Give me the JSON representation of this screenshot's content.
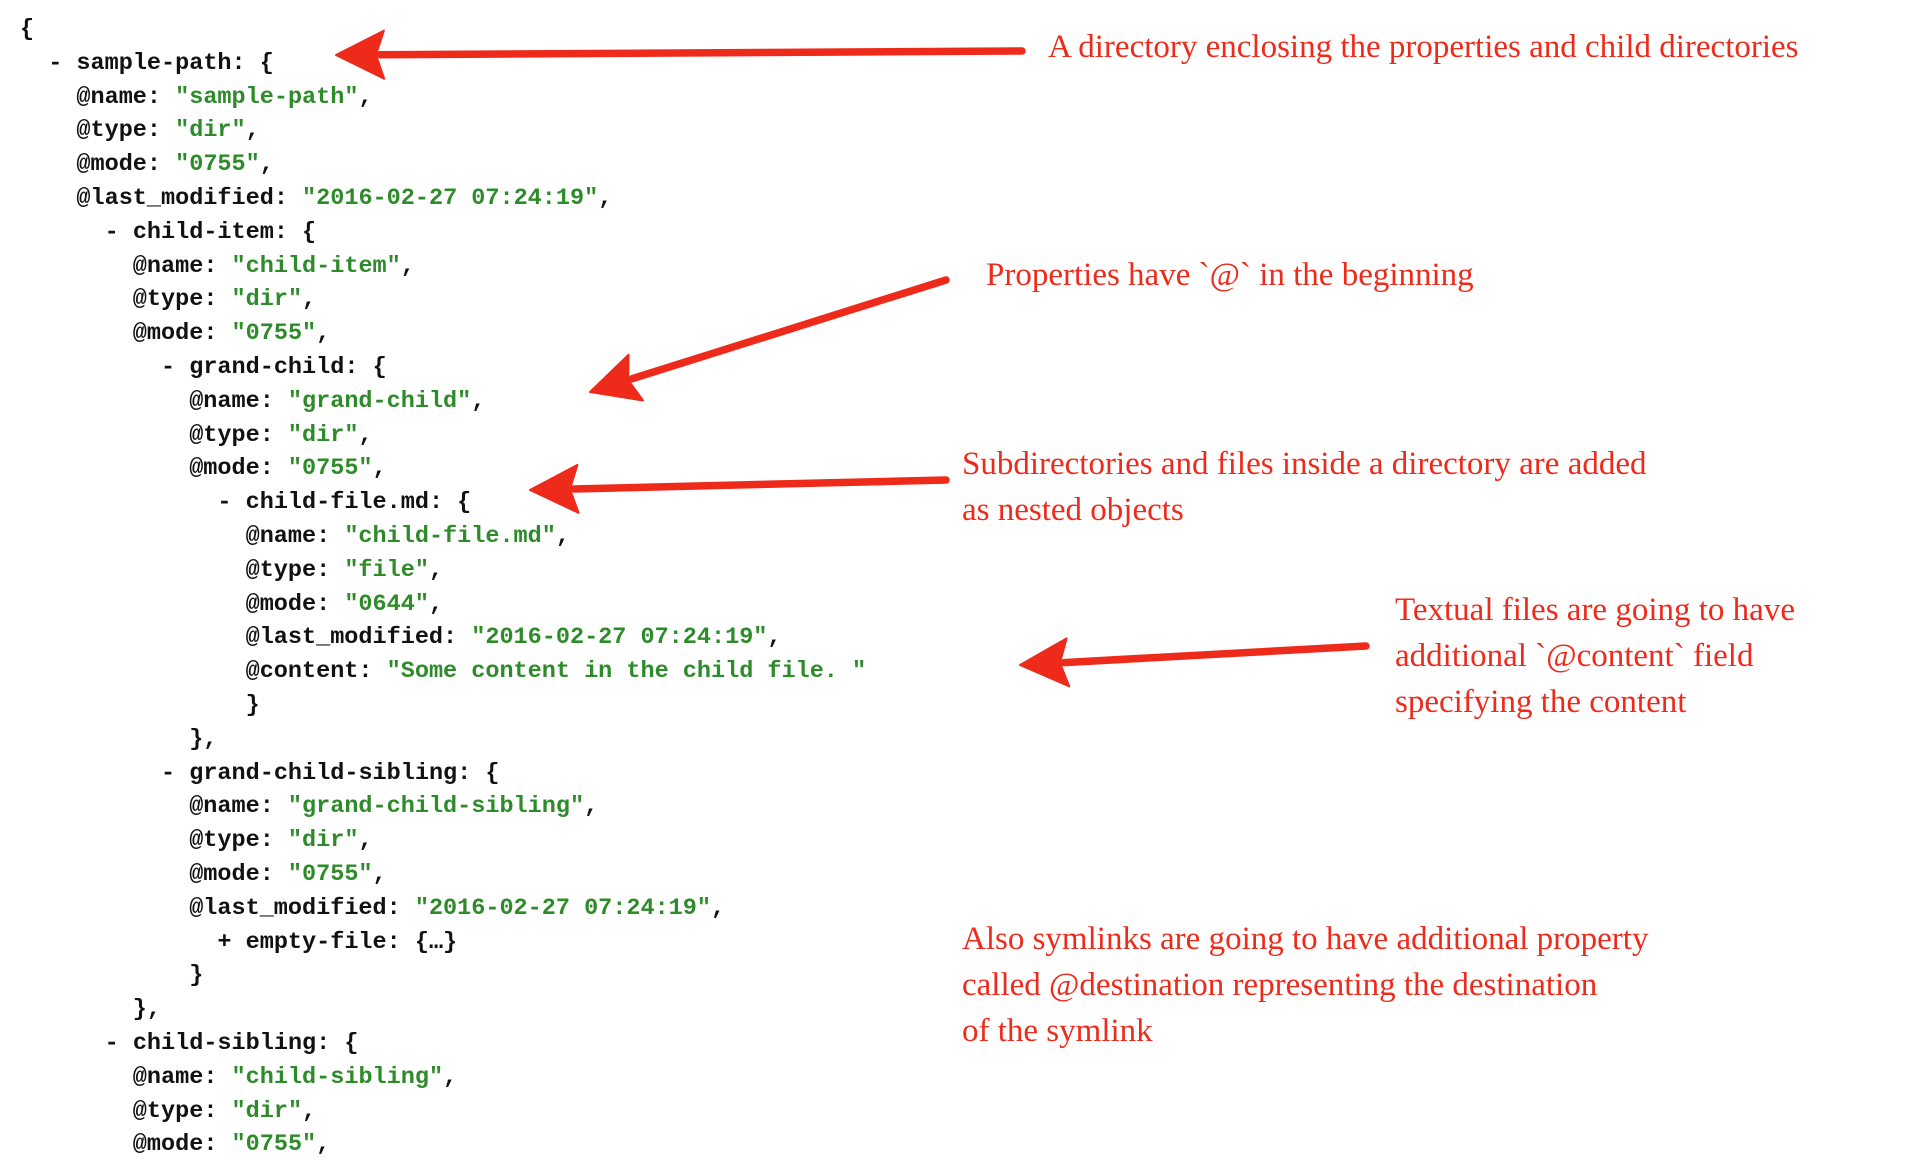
{
  "code_lines": [
    {
      "indent": 0,
      "prefix": "",
      "key": "{",
      "punct": "",
      "value": "",
      "tail": ""
    },
    {
      "indent": 1,
      "prefix": "- ",
      "key": "sample-path",
      "punct": ": {",
      "value": "",
      "tail": ""
    },
    {
      "indent": 2,
      "prefix": "",
      "key": "@name",
      "punct": ": ",
      "value": "\"sample-path\"",
      "tail": ","
    },
    {
      "indent": 2,
      "prefix": "",
      "key": "@type",
      "punct": ": ",
      "value": "\"dir\"",
      "tail": ","
    },
    {
      "indent": 2,
      "prefix": "",
      "key": "@mode",
      "punct": ": ",
      "value": "\"0755\"",
      "tail": ","
    },
    {
      "indent": 2,
      "prefix": "",
      "key": "@last_modified",
      "punct": ": ",
      "value": "\"2016-02-27 07:24:19\"",
      "tail": ","
    },
    {
      "indent": 3,
      "prefix": "- ",
      "key": "child-item",
      "punct": ": {",
      "value": "",
      "tail": ""
    },
    {
      "indent": 4,
      "prefix": "",
      "key": "@name",
      "punct": ": ",
      "value": "\"child-item\"",
      "tail": ","
    },
    {
      "indent": 4,
      "prefix": "",
      "key": "@type",
      "punct": ": ",
      "value": "\"dir\"",
      "tail": ","
    },
    {
      "indent": 4,
      "prefix": "",
      "key": "@mode",
      "punct": ": ",
      "value": "\"0755\"",
      "tail": ","
    },
    {
      "indent": 5,
      "prefix": "- ",
      "key": "grand-child",
      "punct": ": {",
      "value": "",
      "tail": ""
    },
    {
      "indent": 6,
      "prefix": "",
      "key": "@name",
      "punct": ": ",
      "value": "\"grand-child\"",
      "tail": ","
    },
    {
      "indent": 6,
      "prefix": "",
      "key": "@type",
      "punct": ": ",
      "value": "\"dir\"",
      "tail": ","
    },
    {
      "indent": 6,
      "prefix": "",
      "key": "@mode",
      "punct": ": ",
      "value": "\"0755\"",
      "tail": ","
    },
    {
      "indent": 7,
      "prefix": "- ",
      "key": "child-file.md",
      "punct": ": {",
      "value": "",
      "tail": ""
    },
    {
      "indent": 8,
      "prefix": "",
      "key": "@name",
      "punct": ": ",
      "value": "\"child-file.md\"",
      "tail": ","
    },
    {
      "indent": 8,
      "prefix": "",
      "key": "@type",
      "punct": ": ",
      "value": "\"file\"",
      "tail": ","
    },
    {
      "indent": 8,
      "prefix": "",
      "key": "@mode",
      "punct": ": ",
      "value": "\"0644\"",
      "tail": ","
    },
    {
      "indent": 8,
      "prefix": "",
      "key": "@last_modified",
      "punct": ": ",
      "value": "\"2016-02-27 07:24:19\"",
      "tail": ","
    },
    {
      "indent": 8,
      "prefix": "",
      "key": "@content",
      "punct": ": ",
      "value": "\"Some content in the child file. \"",
      "tail": ""
    },
    {
      "indent": 8,
      "prefix": "",
      "key": "}",
      "punct": "",
      "value": "",
      "tail": ""
    },
    {
      "indent": 6,
      "prefix": "",
      "key": "},",
      "punct": "",
      "value": "",
      "tail": ""
    },
    {
      "indent": 5,
      "prefix": "- ",
      "key": "grand-child-sibling",
      "punct": ": {",
      "value": "",
      "tail": ""
    },
    {
      "indent": 6,
      "prefix": "",
      "key": "@name",
      "punct": ": ",
      "value": "\"grand-child-sibling\"",
      "tail": ","
    },
    {
      "indent": 6,
      "prefix": "",
      "key": "@type",
      "punct": ": ",
      "value": "\"dir\"",
      "tail": ","
    },
    {
      "indent": 6,
      "prefix": "",
      "key": "@mode",
      "punct": ": ",
      "value": "\"0755\"",
      "tail": ","
    },
    {
      "indent": 6,
      "prefix": "",
      "key": "@last_modified",
      "punct": ": ",
      "value": "\"2016-02-27 07:24:19\"",
      "tail": ","
    },
    {
      "indent": 7,
      "prefix": "+ ",
      "key": "empty-file",
      "punct": ": {…}",
      "value": "",
      "tail": ""
    },
    {
      "indent": 6,
      "prefix": "",
      "key": "}",
      "punct": "",
      "value": "",
      "tail": ""
    },
    {
      "indent": 4,
      "prefix": "",
      "key": "},",
      "punct": "",
      "value": "",
      "tail": ""
    },
    {
      "indent": 3,
      "prefix": "- ",
      "key": "child-sibling",
      "punct": ": {",
      "value": "",
      "tail": ""
    },
    {
      "indent": 4,
      "prefix": "",
      "key": "@name",
      "punct": ": ",
      "value": "\"child-sibling\"",
      "tail": ","
    },
    {
      "indent": 4,
      "prefix": "",
      "key": "@type",
      "punct": ": ",
      "value": "\"dir\"",
      "tail": ","
    },
    {
      "indent": 4,
      "prefix": "",
      "key": "@mode",
      "punct": ": ",
      "value": "\"0755\"",
      "tail": ","
    }
  ],
  "annotations": {
    "directory": {
      "lines": [
        "A directory enclosing the properties and child directories"
      ]
    },
    "properties": {
      "lines": [
        "Properties have `@` in the beginning"
      ]
    },
    "nested": {
      "lines": [
        "Subdirectories and files inside a directory are added",
        "as nested objects"
      ]
    },
    "content": {
      "lines": [
        "Textual files are going to have",
        "additional `@content` field",
        "specifying the content"
      ]
    },
    "symlinks": {
      "lines": [
        "Also symlinks are going to have additional property",
        "called @destination representing the destination",
        "of the symlink"
      ]
    }
  },
  "colors": {
    "code_text": "#111111",
    "string_value": "#2e8b2a",
    "annotation": "#ee2a1b",
    "arrow": "#ee2a1b"
  },
  "icons": {
    "arrow": "red-callout-arrow"
  }
}
